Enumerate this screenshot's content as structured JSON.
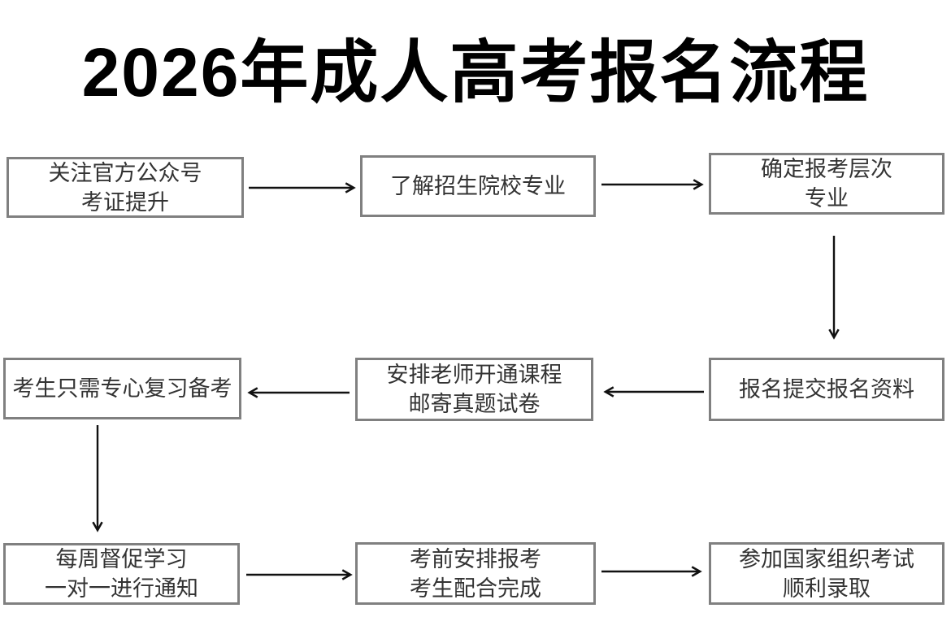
{
  "page": {
    "title": "2026年成人高考报名流程"
  },
  "colors": {
    "background": "#ffffff",
    "box_border": "#808080",
    "box_text": "#333333",
    "arrow": "#111111",
    "title_text": "#000000"
  },
  "flowchart": {
    "boxes": [
      {
        "id": "step-1",
        "lines": [
          "关注官方公众号",
          "考证提升"
        ]
      },
      {
        "id": "step-2",
        "lines": [
          "了解招生院校专业"
        ]
      },
      {
        "id": "step-3",
        "lines": [
          "确定报考层次",
          "专业"
        ]
      },
      {
        "id": "step-4",
        "lines": [
          "报名提交报名资料"
        ]
      },
      {
        "id": "step-5",
        "lines": [
          "安排老师开通课程",
          "邮寄真题试卷"
        ]
      },
      {
        "id": "step-6",
        "lines": [
          "考生只需专心复习备考"
        ]
      },
      {
        "id": "step-7",
        "lines": [
          "每周督促学习",
          "一对一进行通知"
        ]
      },
      {
        "id": "step-8",
        "lines": [
          "考前安排报考",
          "考生配合完成"
        ]
      },
      {
        "id": "step-9",
        "lines": [
          "参加国家组织考试",
          "顺利录取"
        ]
      }
    ],
    "flow_order": [
      "关注官方公众号 考证提升",
      "了解招生院校专业",
      "确定报考层次 专业",
      "报名提交报名资料",
      "安排老师开通课程 邮寄真题试卷",
      "考生只需专心复习备考",
      "每周督促学习 一对一进行通知",
      "考前安排报考 考生配合完成",
      "参加国家组织考试 顺利录取"
    ]
  }
}
